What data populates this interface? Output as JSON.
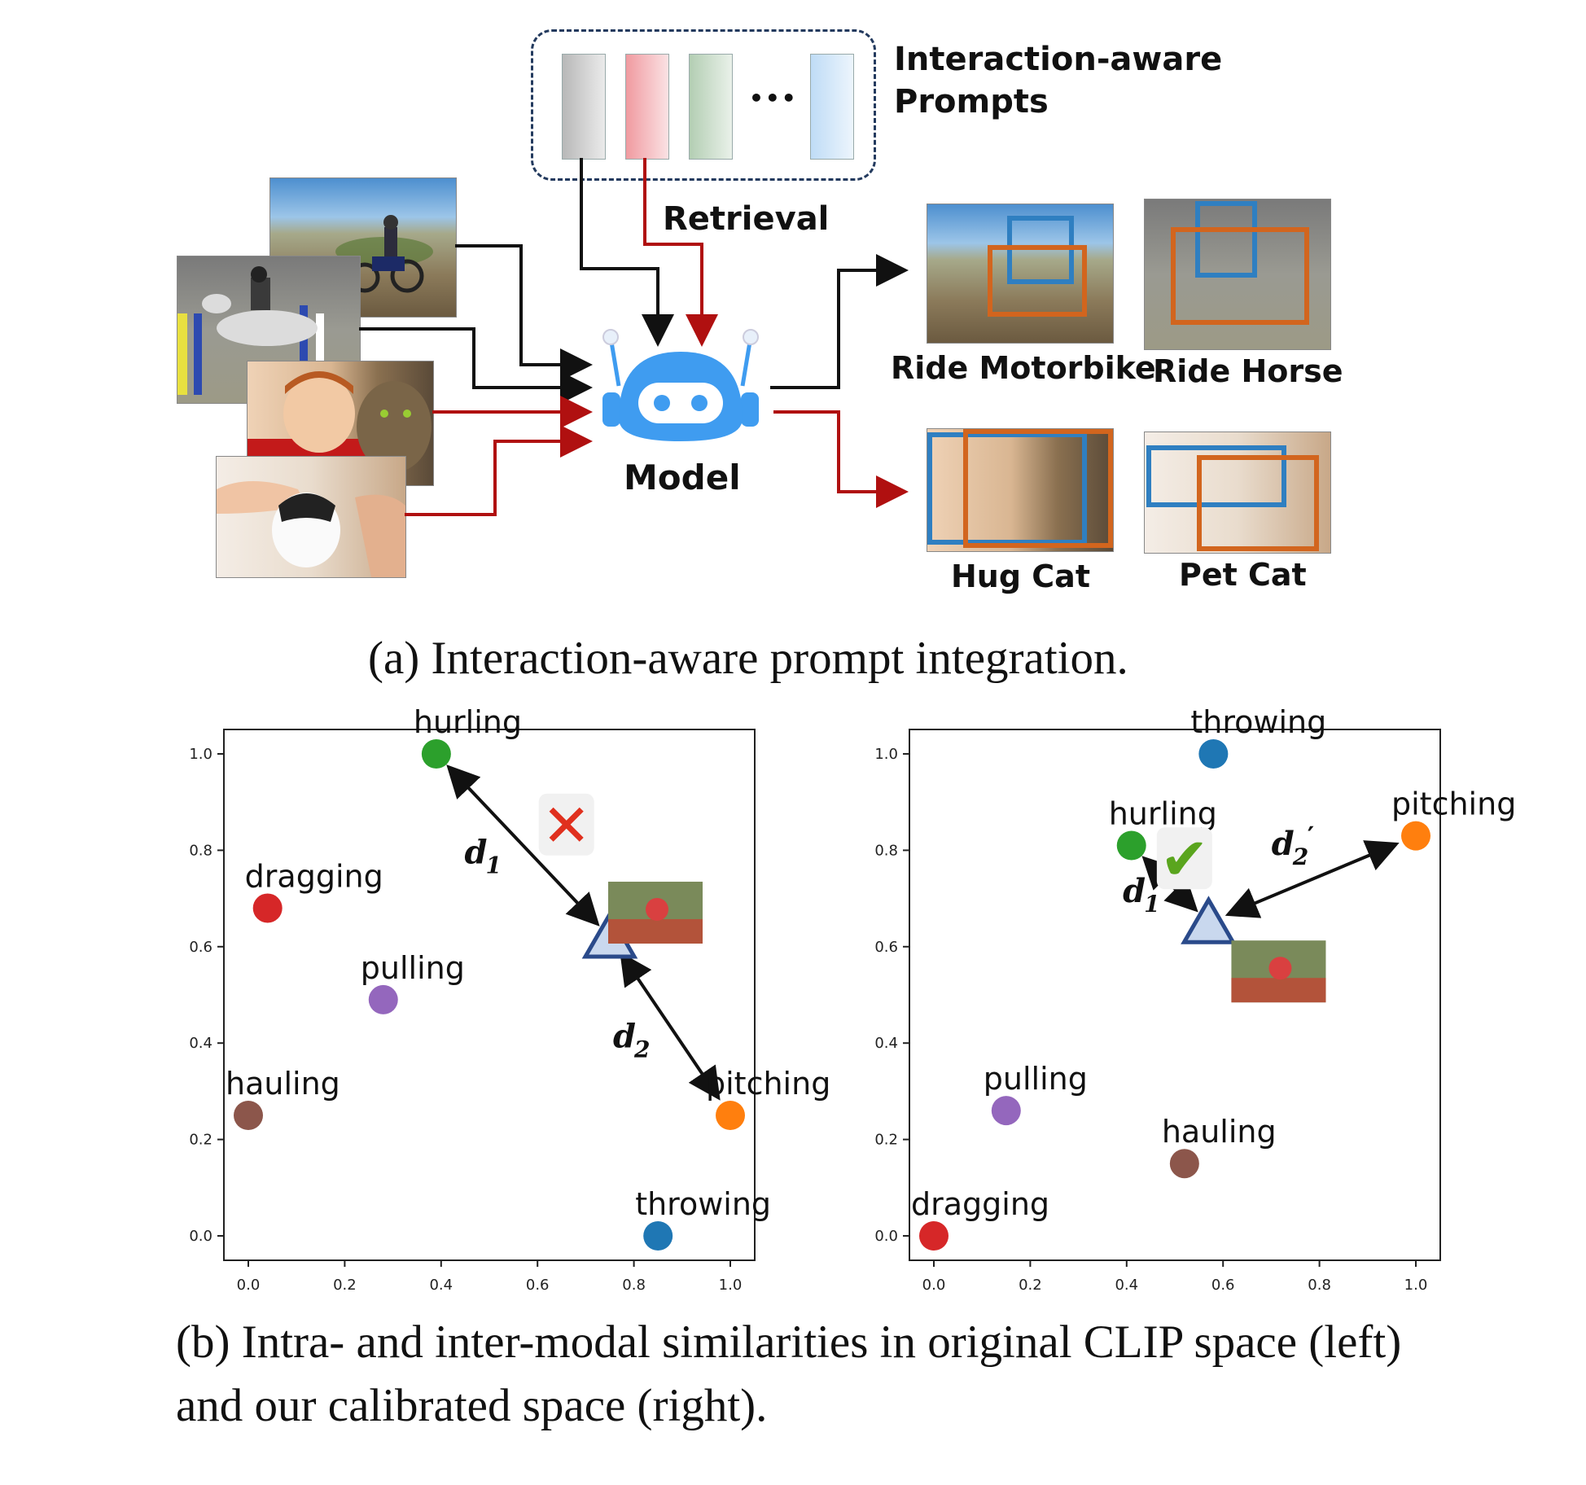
{
  "top_panel": {
    "prompts_title": [
      "Interaction-aware",
      "Prompts"
    ],
    "prompt_bar_colors": [
      "#b8b8b8",
      "#f09aa0",
      "#b3ceb3",
      "#bfdcf6"
    ],
    "ellipsis": "•••",
    "retrieval_label": "Retrieval",
    "model_label": "Model",
    "model_color": "#3f9cf0",
    "arrow_colors": {
      "black": "#111111",
      "red": "#b01010"
    },
    "outputs": [
      {
        "label": "Ride Motorbike"
      },
      {
        "label": "Ride Horse"
      },
      {
        "label": "Hug Cat"
      },
      {
        "label": "Pet Cat"
      }
    ],
    "box_colors": {
      "human": "#2f7fc1",
      "object": "#d2651e"
    },
    "caption": "(a) Interaction-aware prompt integration."
  },
  "chart_data": [
    {
      "type": "scatter",
      "title": "",
      "xlim": [
        0.0,
        1.0
      ],
      "ylim": [
        0.0,
        1.0
      ],
      "x_ticks": [
        "0.0",
        "0.2",
        "0.4",
        "0.6",
        "0.8",
        "1.0"
      ],
      "y_ticks": [
        "0.0",
        "0.2",
        "0.4",
        "0.6",
        "0.8",
        "1.0"
      ],
      "points": [
        {
          "label": "hurling",
          "x": 0.39,
          "y": 1.0,
          "color": "#2ca02c"
        },
        {
          "label": "dragging",
          "x": 0.04,
          "y": 0.68,
          "color": "#d62728"
        },
        {
          "label": "pulling",
          "x": 0.28,
          "y": 0.49,
          "color": "#9467bd"
        },
        {
          "label": "hauling",
          "x": 0.0,
          "y": 0.25,
          "color": "#8c564b"
        },
        {
          "label": "pitching",
          "x": 1.0,
          "y": 0.25,
          "color": "#ff7f0e"
        },
        {
          "label": "throwing",
          "x": 0.85,
          "y": 0.0,
          "color": "#1f77b4"
        }
      ],
      "query": {
        "x": 0.75,
        "y": 0.62
      },
      "distance_labels": [
        "d",
        "1",
        "d",
        "2"
      ],
      "mark": "✕"
    },
    {
      "type": "scatter",
      "title": "",
      "xlim": [
        0.0,
        1.0
      ],
      "ylim": [
        0.0,
        1.0
      ],
      "x_ticks": [
        "0.0",
        "0.2",
        "0.4",
        "0.6",
        "0.8",
        "1.0"
      ],
      "y_ticks": [
        "0.0",
        "0.2",
        "0.4",
        "0.6",
        "0.8",
        "1.0"
      ],
      "points": [
        {
          "label": "throwing",
          "x": 0.58,
          "y": 1.0,
          "color": "#1f77b4"
        },
        {
          "label": "hurling",
          "x": 0.41,
          "y": 0.81,
          "color": "#2ca02c"
        },
        {
          "label": "pitching",
          "x": 1.0,
          "y": 0.83,
          "color": "#ff7f0e"
        },
        {
          "label": "pulling",
          "x": 0.15,
          "y": 0.26,
          "color": "#9467bd"
        },
        {
          "label": "hauling",
          "x": 0.52,
          "y": 0.15,
          "color": "#8c564b"
        },
        {
          "label": "dragging",
          "x": 0.0,
          "y": 0.0,
          "color": "#d62728"
        }
      ],
      "query": {
        "x": 0.57,
        "y": 0.65
      },
      "distance_labels": [
        "d",
        "1",
        "′",
        "d",
        "2",
        "′"
      ],
      "mark": "✔"
    }
  ],
  "caption_b": [
    "(b) Intra- and inter-modal similarities in original CLIP space (left)",
    "and our calibrated space (right)."
  ]
}
